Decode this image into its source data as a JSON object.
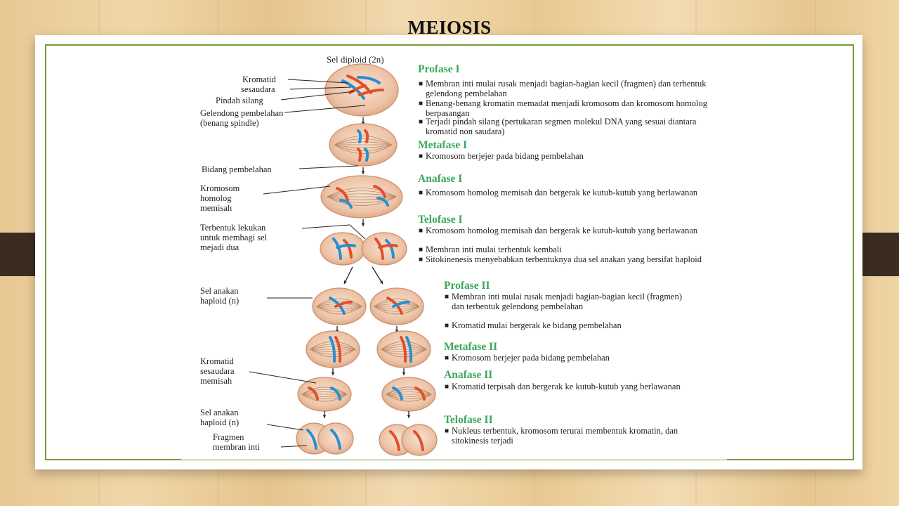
{
  "title": "MEIOSIS",
  "colors": {
    "accent_green": "#3aa85a",
    "border_green": "#7a9a3a",
    "chrom_red": "#e0502a",
    "chrom_blue": "#2a8fd0",
    "cell": "#e8b89a"
  },
  "labels": {
    "top": "Sel diploid (2n)",
    "kromatid_1": "Kromatid",
    "kromatid_2": "sesaudara",
    "pindah_silang": "Pindah silang",
    "gelendong_1": "Gelendong pembelahan",
    "gelendong_2": "(benang spindle)",
    "bidang": "Bidang pembelahan",
    "kromosom_1": "Kromosom",
    "kromosom_2": "homolog",
    "kromosom_3": "memisah",
    "lekukan_1": "Terbentuk lekukan",
    "lekukan_2": "untuk membagi sel",
    "lekukan_3": "mejadi dua",
    "anakan1_1": "Sel anakan",
    "anakan1_2": "haploid (n)",
    "kromatid_m_1": "Kromatid",
    "kromatid_m_2": "sesaudara",
    "kromatid_m_3": "memisah",
    "anakan2_1": "Sel anakan",
    "anakan2_2": "haploid (n)",
    "fragmen_1": "Fragmen",
    "fragmen_2": "membran inti"
  },
  "phases": [
    {
      "title": "Profase I",
      "bullets": [
        "Membran inti mulai rusak menjadi bagian-bagian kecil (fragmen) dan terbentuk gelendong pembelahan",
        "Benang-benang kromatin memadat menjadi kromosom dan kromosom homolog berpasangan",
        "Terjadi pindah silang (pertukaran segmen molekul DNA yang sesuai diantara kromatid non saudara)"
      ]
    },
    {
      "title": "Metafase I",
      "bullets": [
        "Kromosom berjejer pada bidang pembelahan"
      ]
    },
    {
      "title": "Anafase I",
      "bullets": [
        "Kromosom homolog memisah dan bergerak ke kutub-kutub yang berlawanan"
      ]
    },
    {
      "title": "Telofase I",
      "bullets": [
        "Kromosom homolog memisah dan bergerak ke kutub-kutub yang berlawanan",
        "Membran inti mulai terbentuk kembali",
        "Sitokinenesis menyebabkan terbentuknya dua sel anakan yang bersifat haploid"
      ]
    },
    {
      "title": "Profase II",
      "bullets": [
        "Membran inti mulai rusak menjadi bagian-bagian kecil (fragmen) dan terbentuk gelendong pembelahan",
        "Kromatid mulai bergerak ke bidang pembelahan"
      ]
    },
    {
      "title": "Metafase II",
      "bullets": [
        "Kromosom berjejer pada bidang pembelahan"
      ]
    },
    {
      "title": "Anafase II",
      "bullets": [
        "Kromatid terpisah dan bergerak ke kutub-kutub yang berlawanan"
      ]
    },
    {
      "title": "Telofase II",
      "bullets": [
        "Nukleus terbentuk, kromosom terurai membentuk kromatin, dan sitokinesis terjadi"
      ]
    }
  ]
}
